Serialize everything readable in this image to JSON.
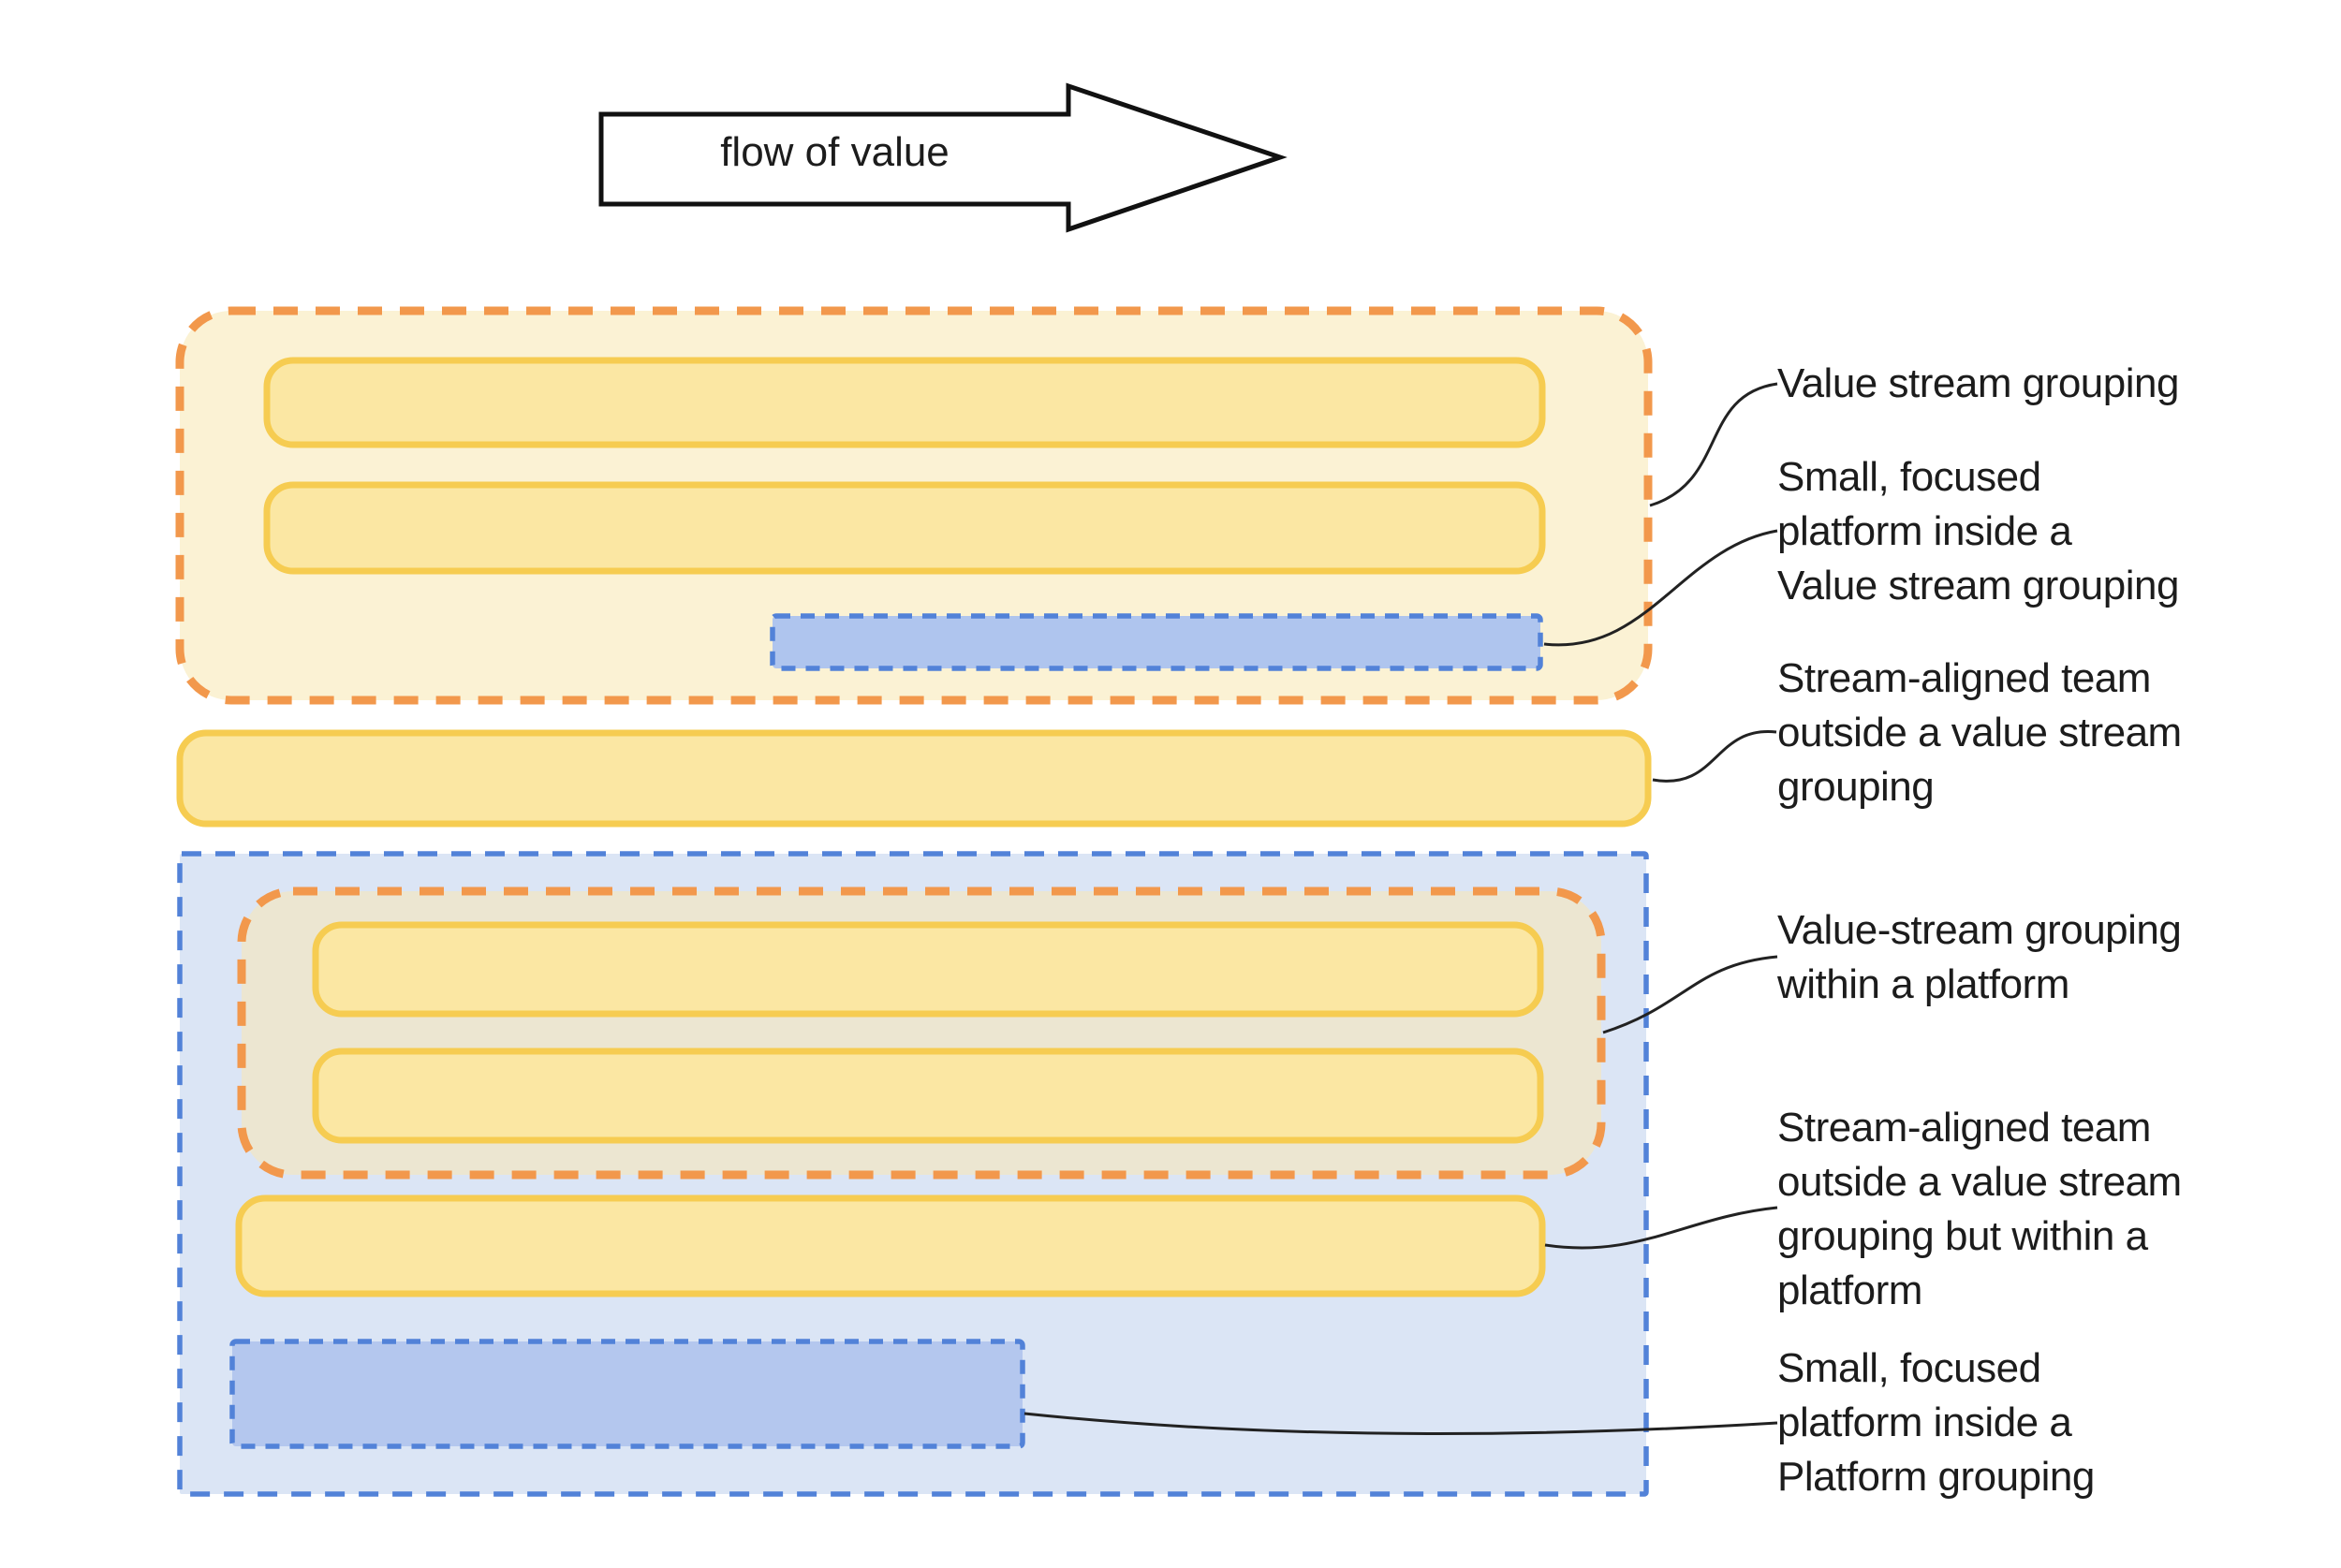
{
  "arrow": {
    "label": "flow of value"
  },
  "annotations": [
    {
      "text": "Value stream grouping"
    },
    {
      "text": "Small, focused\nplatform inside a\nValue stream grouping"
    },
    {
      "text": "Stream-aligned team\noutside a value stream\ngrouping"
    },
    {
      "text": "Value-stream grouping\nwithin a platform"
    },
    {
      "text": "Stream-aligned team\noutside a value stream\ngrouping but within a\nplatform"
    },
    {
      "text": "Small, focused\nplatform inside a\nPlatform grouping"
    }
  ],
  "figure": {
    "value_stream_grouping": {
      "teams": 2,
      "small_platform": 1
    },
    "standalone_team_outside_grouping": 1,
    "platform_grouping": {
      "value_stream_grouping_within": {
        "teams": 2
      },
      "standalone_team_within_platform": 1,
      "small_platform": 1
    }
  },
  "colors": {
    "orange_dash": "#F2984C",
    "cream_fill": "#FBF2D4",
    "yellow_fill": "#FBE7A3",
    "yellow_border": "#F6CC51",
    "beige_fill": "#ECE6D1",
    "platform_fill": "#AFC5EE",
    "platform_fill_alt": "#B4C7EE",
    "blue_dash": "#5282D8",
    "container_fill": "#DBE5F5",
    "text": "#1C1C1C",
    "connector": "#222222",
    "arrow_outline": "#111111",
    "background": "#FFFFFF"
  }
}
